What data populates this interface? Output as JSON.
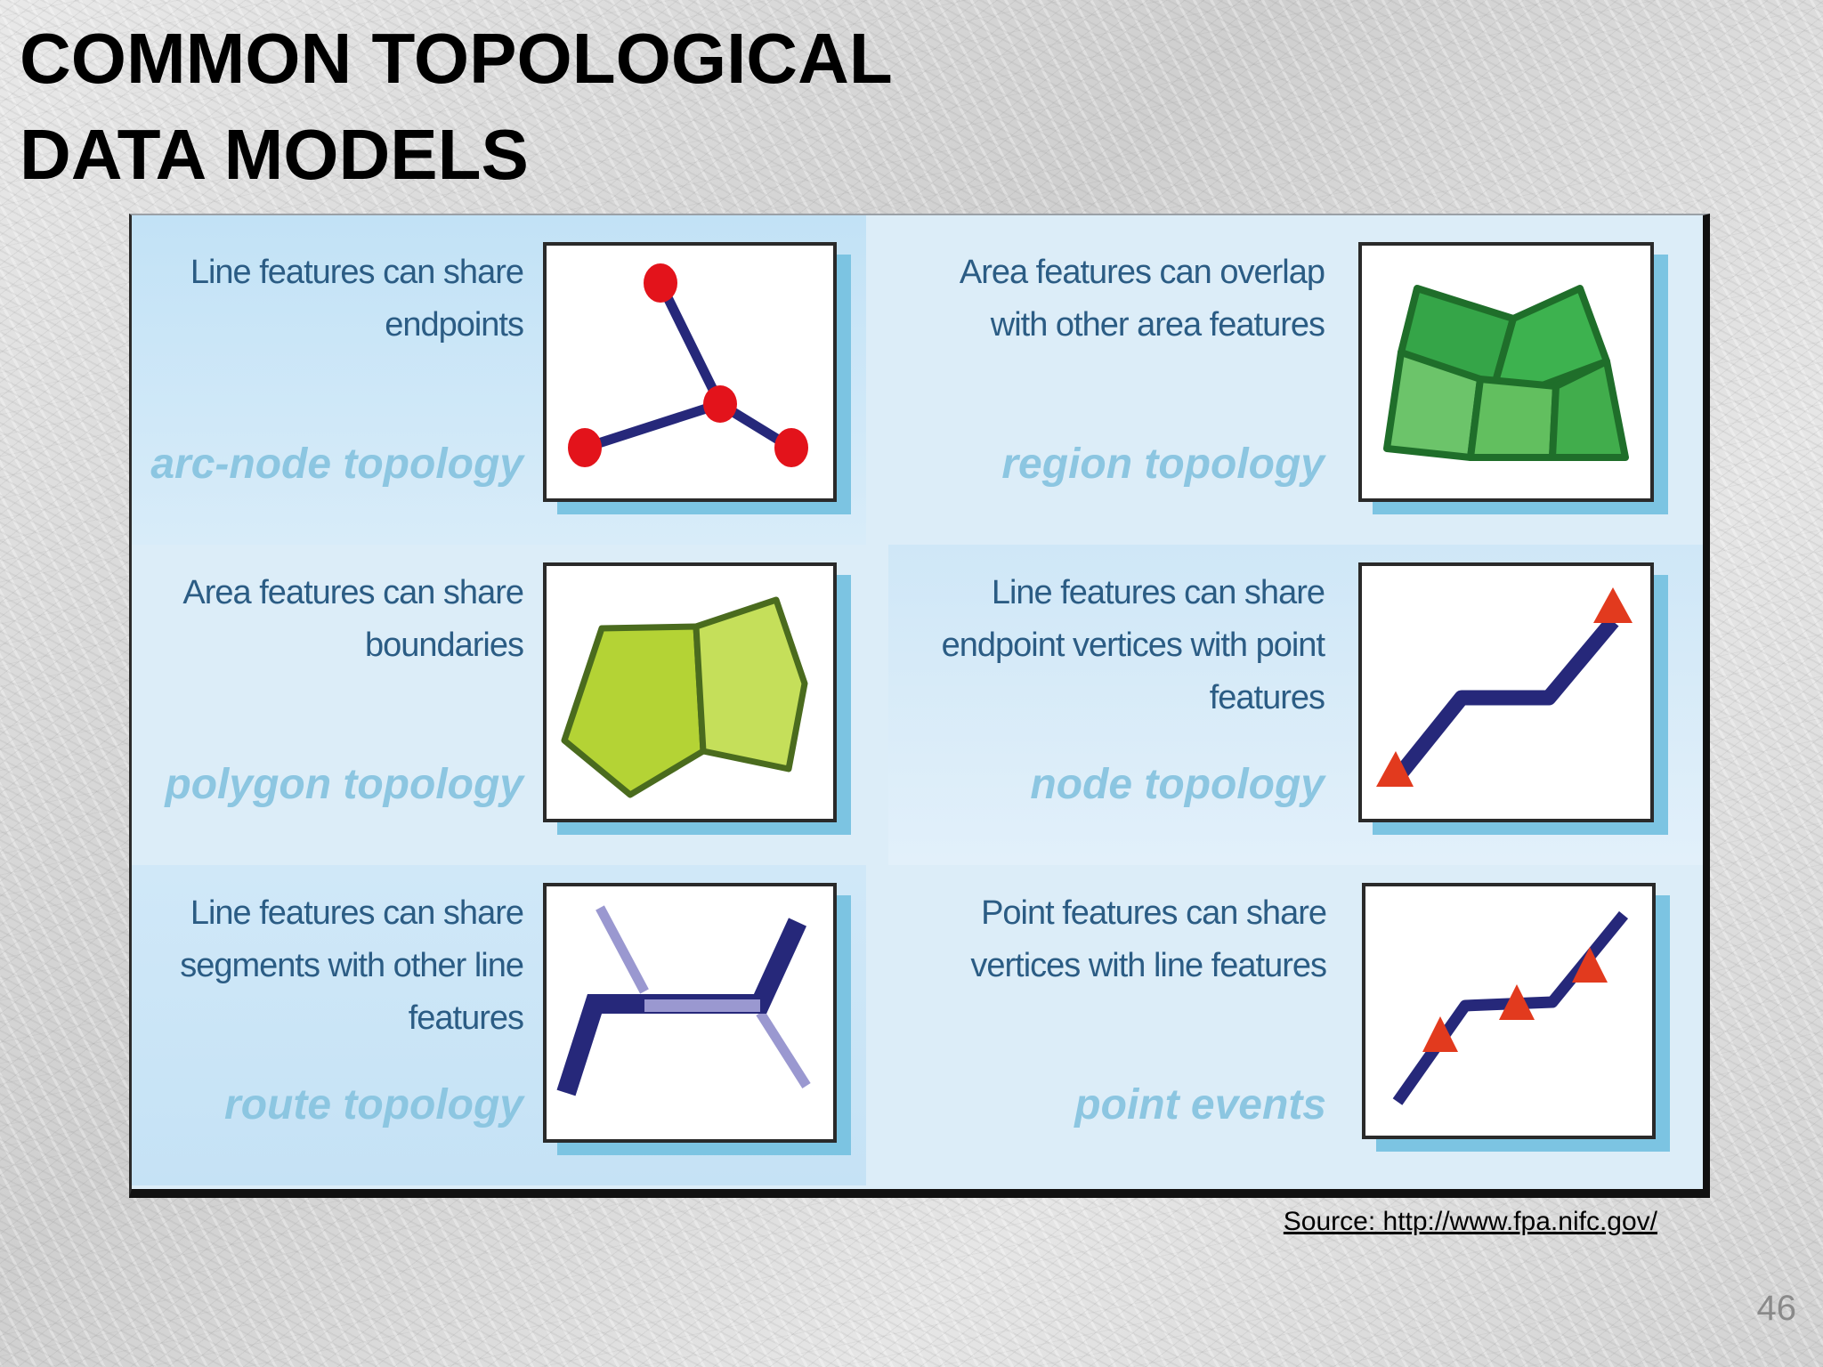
{
  "slide": {
    "title_line1": "COMMON TOPOLOGICAL",
    "title_line2": "DATA MODELS",
    "source": "Source: http://www.fpa.nifc.gov/",
    "page_number": "46"
  },
  "cells": [
    {
      "desc_lines": [
        "Line features can share",
        "endpoints"
      ],
      "name": "arc-node topology",
      "icon": "arc-node-diagram"
    },
    {
      "desc_lines": [
        "Area features can overlap",
        "with other area features"
      ],
      "name": "region topology",
      "icon": "region-diagram"
    },
    {
      "desc_lines": [
        "Area features can share",
        "boundaries"
      ],
      "name": "polygon topology",
      "icon": "polygon-diagram"
    },
    {
      "desc_lines": [
        "Line features can share",
        "endpoint vertices with point",
        "features"
      ],
      "name": "node topology",
      "icon": "node-diagram"
    },
    {
      "desc_lines": [
        "Line features can share",
        "segments with other line",
        "features"
      ],
      "name": "route topology",
      "icon": "route-diagram"
    },
    {
      "desc_lines": [
        "Point features can share",
        "vertices with line features"
      ],
      "name": "point events",
      "icon": "point-events-diagram"
    }
  ],
  "colors": {
    "panel_bg": "#dcedf8",
    "panel_band": "#c6e3f5",
    "description_text": "#2b5c84",
    "topology_name_text": "#8cc6e1",
    "diagram_shadow": "#7cc4e2",
    "node_red": "#e3131b",
    "line_navy": "#26287a",
    "shared_segment_lavender": "#9a98d0",
    "region_green": "#2e8b3a",
    "polygon_yellowgreen": "#b4d335",
    "triangle_red": "#e23a1e"
  }
}
